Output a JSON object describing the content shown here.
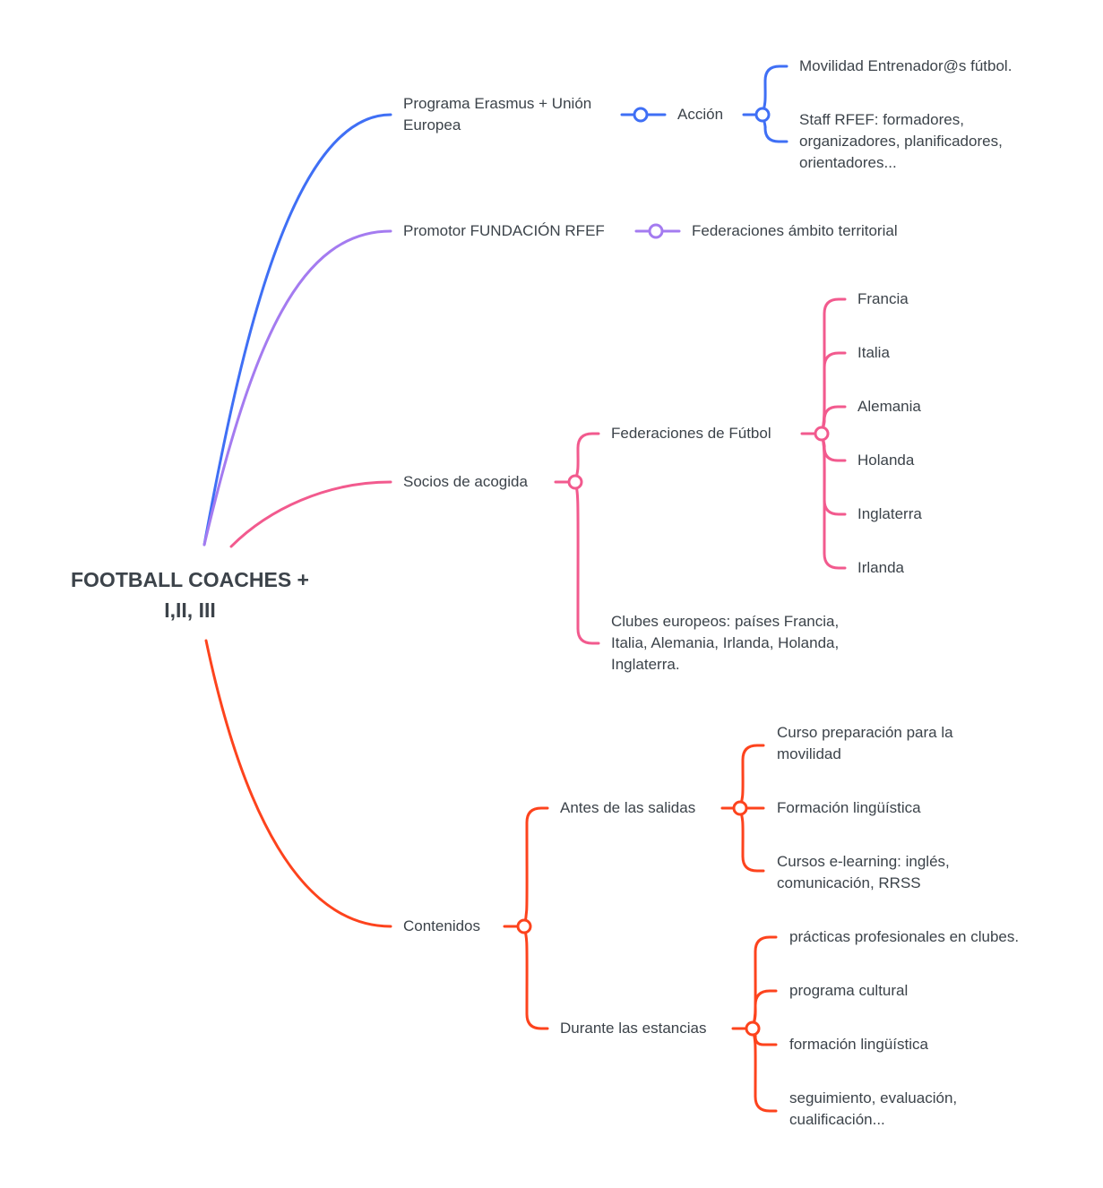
{
  "root": {
    "title": "FOOTBALL COACHES +\nI,II, III"
  },
  "colors": {
    "blue": "#3f6ff5",
    "purple": "#a47bf0",
    "pink": "#f25a8e",
    "red": "#fd431d",
    "text": "#3c434a"
  },
  "branches": {
    "erasmus": {
      "label": "Programa Erasmus + Unión\nEuropea",
      "accion": {
        "label": "Acción",
        "children": [
          "Movilidad Entrenador@s fútbol.",
          "Staff RFEF: formadores,\norganizadores, planificadores,\norientadores..."
        ]
      }
    },
    "promotor": {
      "label": "Promotor FUNDACIÓN RFEF",
      "child": "Federaciones ámbito territorial"
    },
    "socios": {
      "label": "Socios de acogida",
      "federaciones": {
        "label": "Federaciones de Fútbol",
        "children": [
          "Francia",
          "Italia",
          "Alemania",
          "Holanda",
          "Inglaterra",
          "Irlanda"
        ]
      },
      "clubes": "Clubes europeos: países Francia,\nItalia, Alemania, Irlanda, Holanda,\nInglaterra."
    },
    "contenidos": {
      "label": "Contenidos",
      "antes": {
        "label": "Antes de las salidas",
        "children": [
          "Curso preparación para la\nmovilidad",
          "Formación lingüística",
          "Cursos e-learning: inglés,\ncomunicación, RRSS"
        ]
      },
      "durante": {
        "label": "Durante las estancias",
        "children": [
          "prácticas profesionales en clubes.",
          "programa cultural",
          "formación lingüística",
          "seguimiento, evaluación,\ncualificación..."
        ]
      }
    }
  }
}
